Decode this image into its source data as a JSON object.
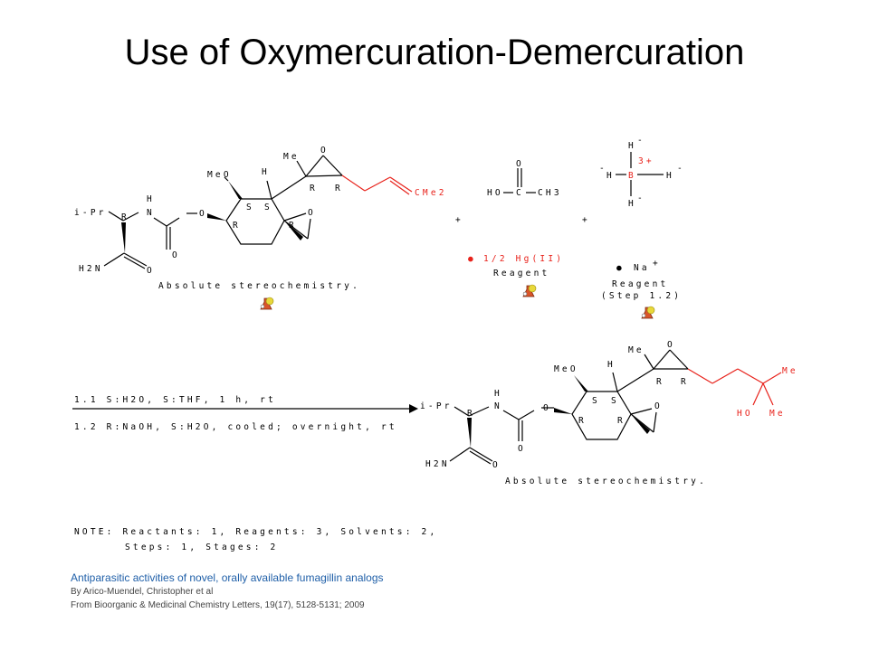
{
  "slide": {
    "title": "Use of Oxymercuration-Demercuration"
  },
  "reactant": {
    "labels": {
      "ipr": "i-Pr",
      "r1": "R",
      "h1": "H",
      "n1": "N",
      "o_link": "O",
      "o_carb": "O",
      "h2n": "H2N",
      "o_amide": "O",
      "meo": "MeO",
      "h_ring": "H",
      "s1": "S",
      "s2": "S",
      "r2": "R",
      "r3": "R",
      "o_spiro": "O",
      "me": "Me",
      "o_epox": "O",
      "r4": "R",
      "r5": "R",
      "cme2": "CMe2"
    },
    "stereo": "Absolute stereochemistry."
  },
  "plus_1": "+",
  "plus_2": "+",
  "acetic_acid": {
    "ho": "HO",
    "c": "C",
    "ch3": "CH3",
    "o": "O"
  },
  "mercury": {
    "bullet": "●",
    "label": "1/2  Hg(II)",
    "caption": "Reagent"
  },
  "borohydride": {
    "h_top": "H",
    "h_left": "H",
    "b": "B",
    "charge": "3+",
    "h_right": "H",
    "h_bottom": "H",
    "minus": "-",
    "na_bullet": "●",
    "na": "Na",
    "na_charge": "+",
    "caption": "Reagent",
    "step": "(Step 1.2)"
  },
  "conditions": {
    "step1": "1.1   S:H2O, S:THF, 1 h, rt",
    "step2": "1.2   R:NaOH, S:H2O, cooled; overnight, rt"
  },
  "product": {
    "labels": {
      "ipr": "i-Pr",
      "r1": "R",
      "h1": "H",
      "n1": "N",
      "o_carb": "O",
      "h2n": "H2N",
      "o_amide": "O",
      "meo": "MeO",
      "h_ring": "H",
      "s1": "S",
      "s2": "S",
      "r2": "R",
      "r3": "R",
      "o_spiro": "O",
      "me": "Me",
      "o_epox": "O",
      "r4": "R",
      "r5": "R",
      "me_right": "Me",
      "ho": "HO",
      "me_bottom": "Me"
    },
    "stereo": "Absolute stereochemistry."
  },
  "note": {
    "line1": "NOTE: Reactants: 1, Reagents: 3, Solvents: 2,",
    "line2": "Steps: 1, Stages: 2"
  },
  "citation": {
    "title": "Antiparasitic activities of novel, orally available fumagillin analogs",
    "authors": "By Arico-Muendel, Christopher et al",
    "source": "From Bioorganic & Medicinal Chemistry Letters, 19(17), 5128-5131; 2009"
  },
  "icons": {
    "flask": "flask-icon"
  },
  "colors": {
    "highlight": "#e8221b",
    "citation": "#1f5fa8"
  }
}
